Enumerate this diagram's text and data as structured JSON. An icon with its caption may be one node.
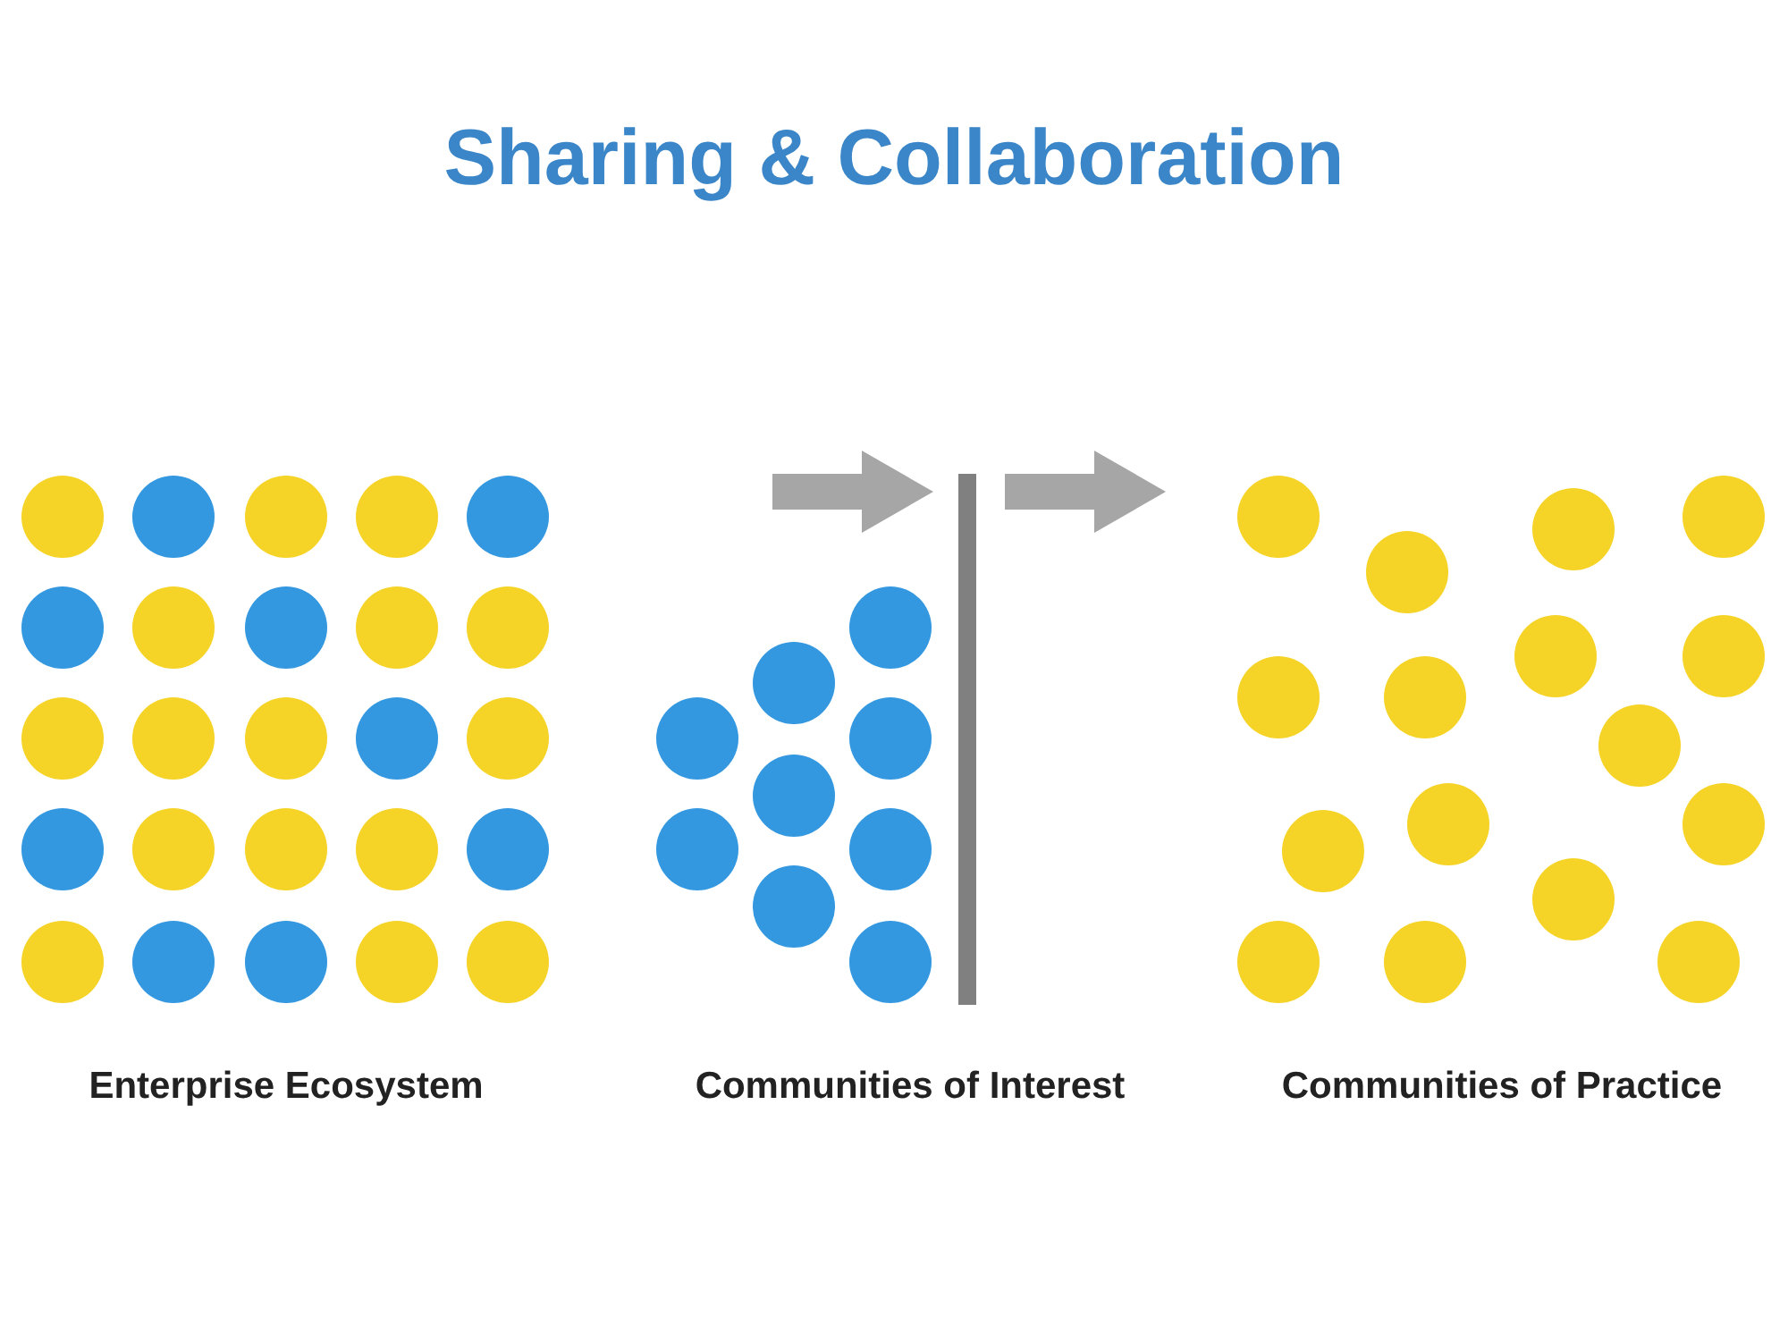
{
  "diagram": {
    "title": "Sharing & Collaboration",
    "labels": [
      "Enterprise Ecosystem",
      "Communities of Interest",
      "Communities of Practice"
    ]
  }
}
